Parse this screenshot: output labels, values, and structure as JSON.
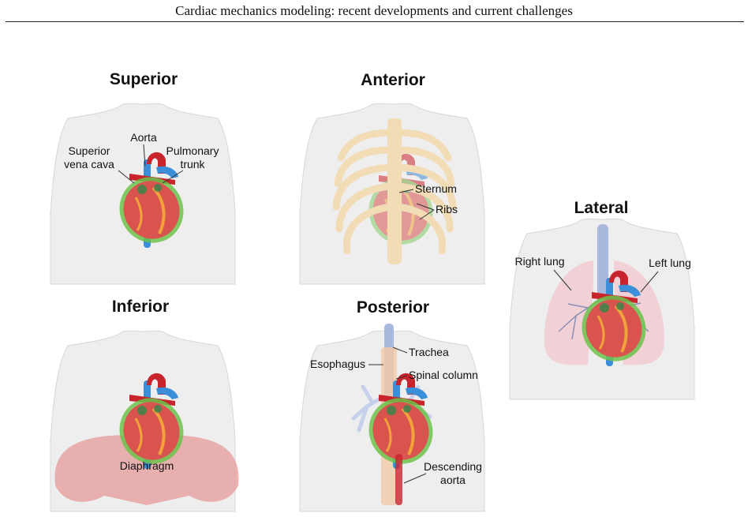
{
  "page": {
    "running_header": "Cardiac mechanics modeling: recent developments and current challenges"
  },
  "panels": {
    "superior": {
      "title": "Superior",
      "labels": {
        "aorta": "Aorta",
        "svc_line1": "Superior",
        "svc_line2": "vena cava",
        "pt_line1": "Pulmonary",
        "pt_line2": "trunk"
      }
    },
    "anterior": {
      "title": "Anterior",
      "labels": {
        "sternum": "Sternum",
        "ribs": "Ribs"
      }
    },
    "lateral": {
      "title": "Lateral",
      "labels": {
        "right_lung": "Right lung",
        "left_lung": "Left lung"
      }
    },
    "inferior": {
      "title": "Inferior",
      "labels": {
        "diaphragm": "Diaphragm"
      }
    },
    "posterior": {
      "title": "Posterior",
      "labels": {
        "trachea": "Trachea",
        "esophagus": "Esophagus",
        "spinal_column": "Spinal column",
        "da_line1": "Descending",
        "da_line2": "aorta"
      }
    }
  },
  "colors": {
    "torso": "#eeeeee",
    "torso_outline": "#d6d6d6",
    "heart": "#d9534f",
    "vessel_blue": "#3b8fd9",
    "vessel_red": "#c8242c",
    "pericardium": "#6cc24a",
    "ribs": "#f1dcb6",
    "lung": "#f1c9cf",
    "trachea": "#a9b9dd",
    "diaphragm": "#e59a9a",
    "esophagus": "#f4c9a8"
  }
}
